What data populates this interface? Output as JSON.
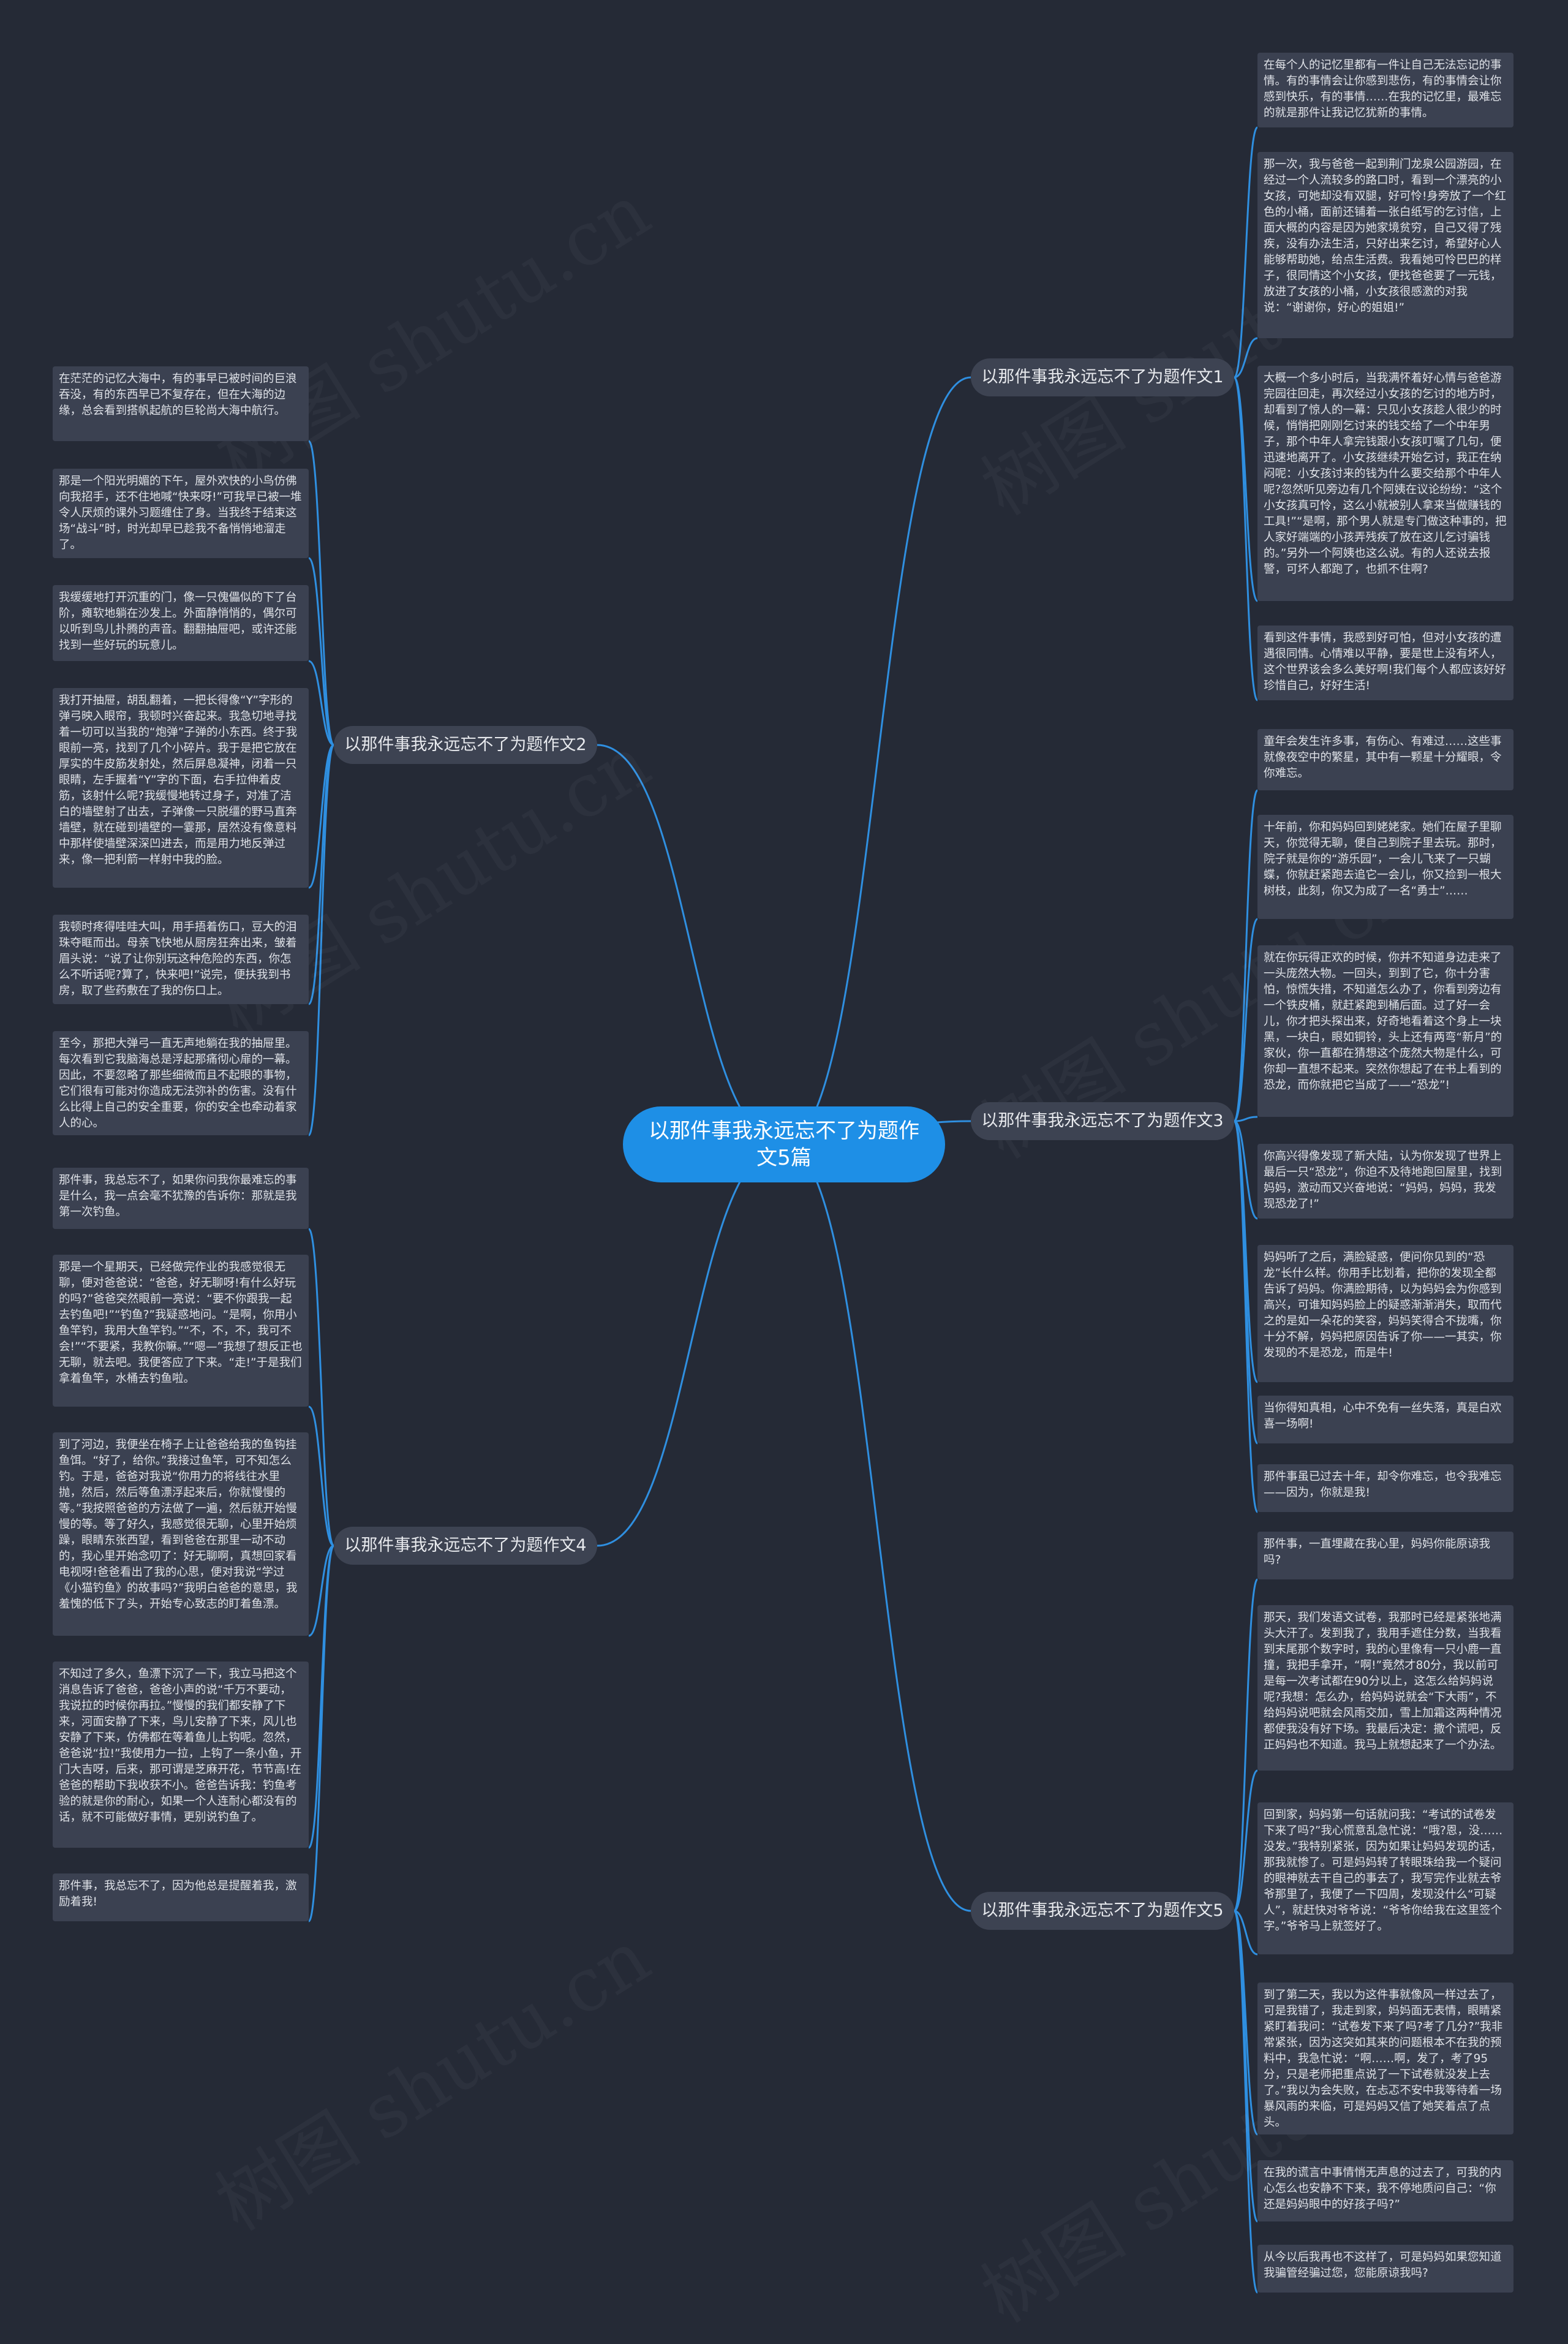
{
  "center": {
    "title": "以那件事我永远忘不了为题作文5篇"
  },
  "topics": [
    {
      "label": "以那件事我永远忘不了为题作文1",
      "leaves": [
        "在每个人的记忆里都有一件让自己无法忘记的事情。有的事情会让你感到悲伤，有的事情会让你感到快乐，有的事情……在我的记忆里，最难忘的就是那件让我记忆犹新的事情。",
        "那一次，我与爸爸一起到荆门龙泉公园游园，在经过一个人流较多的路口时，看到一个漂亮的小女孩，可她却没有双腿，好可怜!身旁放了一个红色的小桶，面前还铺着一张白纸写的乞讨信，上面大概的内容是因为她家境贫穷，自己又得了残疾，没有办法生活，只好出来乞讨，希望好心人能够帮助她，给点生活费。我看她可怜巴巴的样子，很同情这个小女孩，便找爸爸要了一元钱，放进了女孩的小桶，小女孩很感激的对我说：“谢谢你，好心的姐姐!”",
        "大概一个多小时后，当我满怀着好心情与爸爸游完园往回走，再次经过小女孩的乞讨的地方时，却看到了惊人的一幕：只见小女孩趁人很少的时候，悄悄把刚刚乞讨来的钱交给了一个中年男子，那个中年人拿完钱跟小女孩叮嘱了几句，便迅速地离开了。小女孩继续开始乞讨，我正在纳闷呢：小女孩讨来的钱为什么要交给那个中年人呢?忽然听见旁边有几个阿姨在议论纷纷：“这个小女孩真可怜，这么小就被别人拿来当做赚钱的工具!”“是啊，那个男人就是专门做这种事的，把人家好端端的小孩弄残疾了放在这儿乞讨骗钱的。”另外一个阿姨也这么说。有的人还说去报警，可坏人都跑了，也抓不住啊?",
        "看到这件事情，我感到好可怕，但对小女孩的遭遇很同情。心情难以平静，要是世上没有坏人，这个世界该会多么美好啊!我们每个人都应该好好珍惜自己，好好生活!"
      ]
    },
    {
      "label": "以那件事我永远忘不了为题作文2",
      "leaves": [
        "在茫茫的记忆大海中，有的事早已被时间的巨浪吞没，有的东西早已不复存在，但在大海的边缘，总会看到搭帆起航的巨轮尚大海中航行。",
        "那是一个阳光明媚的下午，屋外欢快的小鸟仿佛向我招手，还不住地喊“快来呀!”可我早已被一堆令人厌烦的课外习题缠住了身。当我终于结束这场“战斗”时，时光却早已趁我不备悄悄地溜走了。",
        "我缓缓地打开沉重的门，像一只傀儡似的下了台阶，瘫软地躺在沙发上。外面静悄悄的，偶尔可以听到鸟儿扑腾的声音。翻翻抽屉吧，或许还能找到一些好玩的玩意儿。",
        "我打开抽屉，胡乱翻着，一把长得像“Y”字形的弹弓映入眼帘，我顿时兴奋起来。我急切地寻找着一切可以当我的“炮弹”子弹的小东西。终于我眼前一亮，找到了几个小碎片。我于是把它放在厚实的牛皮筋发射处，然后屏息凝神，闭着一只眼睛，左手握着“Y”字的下面，右手拉伸着皮筋，该射什么呢?我缓慢地转过身子，对准了洁白的墙壁射了出去，子弹像一只脱缰的野马直奔墙壁，就在碰到墙壁的一霎那，居然没有像意料中那样使墙壁深深凹进去，而是用力地反弹过来，像一把利箭一样射中我的脸。",
        "我顿时疼得哇哇大叫，用手捂着伤口，豆大的泪珠夺眶而出。母亲飞快地从厨房狂奔出来，皱着眉头说：“说了让你别玩这种危险的东西，你怎么不听话呢?算了，快来吧!”说完，便扶我到书房，取了些药敷在了我的伤口上。",
        "至今，那把大弹弓一直无声地躺在我的抽屉里。每次看到它我脑海总是浮起那痛彻心扉的一幕。因此，不要忽略了那些细微而且不起眼的事物，它们很有可能对你造成无法弥补的伤害。没有什么比得上自己的安全重要，你的安全也牵动着家人的心。"
      ]
    },
    {
      "label": "以那件事我永远忘不了为题作文3",
      "leaves": [
        "童年会发生许多事，有伤心、有难过……这些事就像夜空中的繁星，其中有一颗星十分耀眼，令你难忘。",
        "十年前，你和妈妈回到姥姥家。她们在屋子里聊天，你觉得无聊，便自己到院子里去玩。那时，院子就是你的“游乐园”，一会儿飞来了一只蝴蝶，你就赶紧跑去追它一会儿，你又捡到一根大树枝，此刻，你又为成了一名“勇士”……",
        "就在你玩得正欢的时候，你并不知道身边走来了一头庞然大物。一回头，到到了它，你十分害怕，惊慌失措，不知道怎么办了，你看到旁边有一个铁皮桶，就赶紧跑到桶后面。过了好一会儿，你才把头探出来，好奇地看着这个身上一块黑，一块白，眼如铜铃，头上还有两弯“新月”的家伙，你一直都在猜想这个庞然大物是什么，可你却一直想不起来。突然你想起了在书上看到的恐龙，而你就把它当成了——“恐龙”!",
        "你高兴得像发现了新大陆，认为你发现了世界上最后一只“恐龙”，你迫不及待地跑回屋里，找到妈妈，激动而又兴奋地说：“妈妈，妈妈，我发现恐龙了!”",
        "妈妈听了之后，满脸疑惑，便问你见到的“恐龙”长什么样。你用手比划着，把你的发现全都告诉了妈妈。你满脸期待，以为妈妈会为你感到高兴，可谁知妈妈脸上的疑惑渐渐消失，取而代之的是如一朵花的笑容，妈妈笑得合不拢嘴，你十分不解，妈妈把原因告诉了你——一其实，你发现的不是恐龙，而是牛!",
        "当你得知真相，心中不免有一丝失落，真是白欢喜一场啊!",
        "那件事虽已过去十年，却令你难忘，也令我难忘——因为，你就是我!"
      ]
    },
    {
      "label": "以那件事我永远忘不了为题作文4",
      "leaves": [
        "那件事，我总忘不了，如果你问我你最难忘的事是什么，我一点会毫不犹豫的告诉你：那就是我第一次钓鱼。",
        "那是一个星期天，已经做完作业的我感觉很无聊，便对爸爸说：“爸爸，好无聊呀!有什么好玩的吗?”爸爸突然眼前一亮说：“要不你跟我一起去钓鱼吧!”“钓鱼?”我疑惑地问。“是啊，你用小鱼竿钓，我用大鱼竿钓。”“不，不，不，我可不会!”“不要紧，我教你嘛。”“嗯—”我想了想反正也无聊，就去吧。我便答应了下来。“走!”于是我们拿着鱼竿，水桶去钓鱼啦。",
        "到了河边，我便坐在椅子上让爸爸给我的鱼钩挂鱼饵。“好了，给你。”我接过鱼竿，可不知怎么钓。于是，爸爸对我说“你用力的将线往水里抛，然后，然后等鱼漂浮起来后，你就慢慢的等。”我按照爸爸的方法做了一遍，然后就开始慢慢的等。等了好久，我感觉很无聊，心里开始烦躁，眼睛东张西望，看到爸爸在那里一动不动的，我心里开始念叨了：好无聊啊，真想回家看电视呀!爸爸看出了我的心思，便对我说“学过《小猫钓鱼》的故事吗?”我明白爸爸的意思，我羞愧的低下了头，开始专心致志的盯着鱼漂。",
        "不知过了多久，鱼漂下沉了一下，我立马把这个消息告诉了爸爸，爸爸小声的说“千万不要动，我说拉的时候你再拉。”慢慢的我们都安静了下来，河面安静了下来，鸟儿安静了下来，风儿也安静了下来，仿佛都在等着鱼儿上钩呢。忽然，爸爸说“拉!”我使用力一拉，上钩了一条小鱼，开门大吉呀，后来，那可谓是芝麻开花，节节高!在爸爸的帮助下我收获不小。爸爸告诉我：钓鱼考验的就是你的耐心，如果一个人连耐心都没有的话，就不可能做好事情，更别说钓鱼了。",
        "那件事，我总忘不了，因为他总是提醒着我，激励着我!"
      ]
    },
    {
      "label": "以那件事我永远忘不了为题作文5",
      "leaves": [
        "那件事，一直埋藏在我心里，妈妈你能原谅我吗?",
        "那天，我们发语文试卷，我那时已经是紧张地满头大汗了。发到我了，我用手遮住分数，当我看到末尾那个数字时，我的心里像有一只小鹿一直撞，我把手拿开，“啊!”竟然才80分，我以前可是每一次考试都在90分以上，这怎么给妈妈说呢?我想：怎么办，给妈妈说就会“下大雨”，不给妈妈说吧就会风雨交加，雪上加霜这两种情况都使我没有好下场。我最后决定：撒个谎吧，反正妈妈也不知道。我马上就想起来了一个办法。",
        "回到家，妈妈第一句话就问我：“考试的试卷发下来了吗?”我心慌意乱急忙说：“哦?恩，没……没发。”我特别紧张，因为如果让妈妈发现的话，那我就惨了。可是妈妈转了转眼珠给我一个疑问的眼神就去干自己的事去了，我写完作业就去爷爷那里了，我便了一下四周，发现没什么“可疑人”，就赶快对爷爷说：“爷爷你给我在这里签个字。”爷爷马上就签好了。",
        "到了第二天，我以为这件事就像风一样过去了，可是我错了，我走到家，妈妈面无表情，眼睛紧紧盯着我问：“试卷发下来了吗?考了几分?”我非常紧张，因为这突如其来的问题根本不在我的预料中，我急忙说：“啊……啊，发了，考了95分，只是老师把重点说了一下试卷就没发上去了。”我以为会失败，在忐忑不安中我等待着一场暴风雨的来临，可是妈妈又信了她笑着点了点头。",
        "在我的谎言中事情悄无声息的过去了，可我的内心怎么也安静不下来，我不停地质问自己：“你还是妈妈眼中的好孩子吗?”",
        "从今以后我再也不这样了，可是妈妈如果您知道我骗管经骗过您，您能原谅我吗?"
      ]
    }
  ],
  "watermarks": [
    "树图 shutu.cn",
    "树图 shutu.cn",
    "树图 shutu.cn",
    "树图 shutu.cn",
    "树图 shutu.cn",
    "树图 shutu.cn"
  ],
  "colors": {
    "background": "#252a36",
    "center": "#1e8fe6",
    "link": "#2f8fe0",
    "node": "#3d4352"
  }
}
